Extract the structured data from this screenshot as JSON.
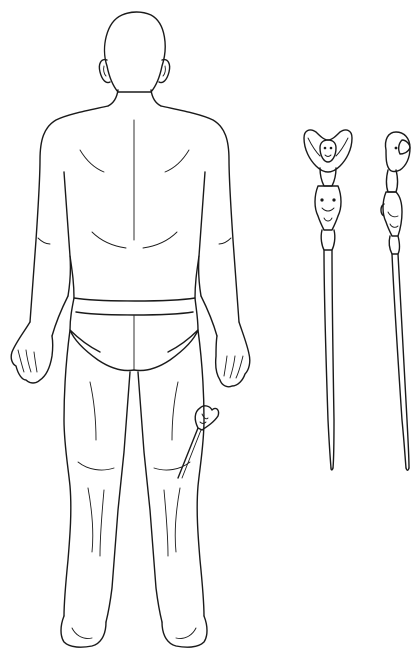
{
  "illustration": {
    "style": "line-drawing",
    "colors": {
      "background": "#ffffff",
      "line": "#1a1a1a"
    },
    "subjects": [
      "human-figure-rear-view",
      "awl-object-front-view",
      "awl-object-side-view"
    ]
  }
}
